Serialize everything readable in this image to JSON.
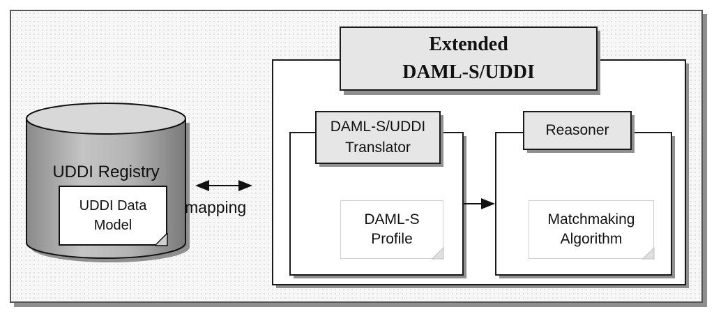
{
  "diagram": {
    "extended": {
      "line1": "Extended",
      "line2": "DAML-S/UDDI"
    },
    "registry": {
      "title": "UDDI Registry",
      "data_model_line1": "UDDI Data",
      "data_model_line2": "Model"
    },
    "mapping_label": "mapping",
    "translator": {
      "line1": "DAML-S/UDDI",
      "line2": "Translator"
    },
    "profile": {
      "line1": "DAML-S",
      "line2": "Profile"
    },
    "reasoner": {
      "label": "Reasoner"
    },
    "matchmaking": {
      "line1": "Matchmaking",
      "line2": "Algorithm"
    }
  }
}
